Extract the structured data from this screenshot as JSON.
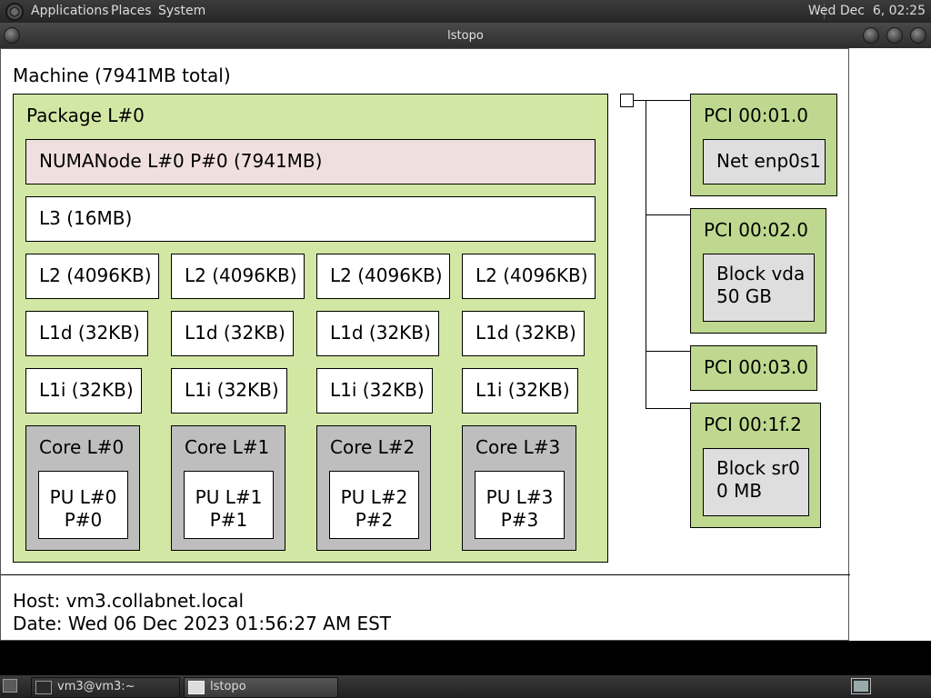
{
  "top_panel": {
    "menus": [
      "Applications",
      "Places",
      "System"
    ],
    "clock": "Wed Dec  6, 02:25"
  },
  "window": {
    "title": "lstopo"
  },
  "topology": {
    "machine": "Machine (7941MB total)",
    "package": "Package L#0",
    "numa": "NUMANode L#0 P#0 (7941MB)",
    "l3": "L3 (16MB)",
    "l2": [
      "L2 (4096KB)",
      "L2 (4096KB)",
      "L2 (4096KB)",
      "L2 (4096KB)"
    ],
    "l1d": [
      "L1d (32KB)",
      "L1d (32KB)",
      "L1d (32KB)",
      "L1d (32KB)"
    ],
    "l1i": [
      "L1i (32KB)",
      "L1i (32KB)",
      "L1i (32KB)",
      "L1i (32KB)"
    ],
    "cores": [
      {
        "core": "Core L#0",
        "pu": "PU L#0",
        "p": "P#0"
      },
      {
        "core": "Core L#1",
        "pu": "PU L#1",
        "p": "P#1"
      },
      {
        "core": "Core L#2",
        "pu": "PU L#2",
        "p": "P#2"
      },
      {
        "core": "Core L#3",
        "pu": "PU L#3",
        "p": "P#3"
      }
    ],
    "pci": [
      {
        "label": "PCI 00:01.0",
        "device": "Net enp0s1"
      },
      {
        "label": "PCI 00:02.0",
        "device": "Block vda\n50 GB"
      },
      {
        "label": "PCI 00:03.0",
        "device": ""
      },
      {
        "label": "PCI 00:1f.2",
        "device": "Block sr0\n0 MB"
      }
    ],
    "host": "Host: vm3.collabnet.local",
    "date": "Date: Wed 06 Dec 2023 01:56:27 AM EST"
  },
  "taskbar": {
    "tasks": [
      "vm3@vm3:~",
      "lstopo"
    ]
  },
  "icons": [
    "distro-logo-icon",
    "window-menu-icon",
    "minimize-icon",
    "maximize-icon",
    "close-icon",
    "show-desktop-icon",
    "terminal-icon",
    "window-icon",
    "workspace-icon"
  ]
}
